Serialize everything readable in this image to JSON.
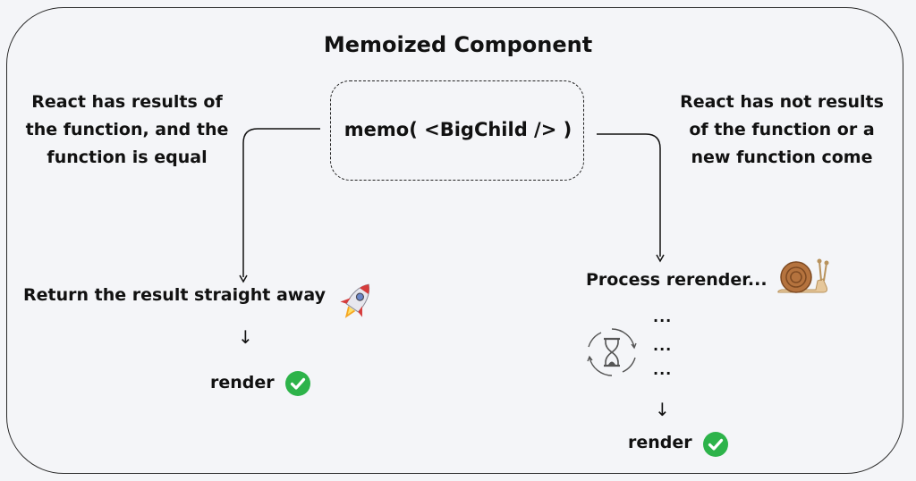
{
  "title": "Memoized Component",
  "memo_label": "memo(  <BigChild />  )",
  "left": {
    "condition_lines": [
      "React has results of",
      "the function, and the",
      "function is equal"
    ],
    "result": "Return the result straight away",
    "result_icon": "rocket-icon",
    "render": "render",
    "render_icon": "check-circle-icon"
  },
  "right": {
    "condition_lines": [
      "React has not results",
      "of the function or a",
      "new function come"
    ],
    "process": "Process rerender...",
    "process_icon": "snail-icon",
    "dots": [
      "...",
      "...",
      "..."
    ],
    "wait_icon": "hourglass-icon",
    "render": "render",
    "render_icon": "check-circle-icon"
  },
  "down_arrow": "↓",
  "colors": {
    "check": "#2db34a",
    "rocket_body": "#e7e7ee",
    "rocket_accent": "#d63c3c",
    "snail_shell": "#b5733e",
    "snail_body": "#e6c79a"
  }
}
